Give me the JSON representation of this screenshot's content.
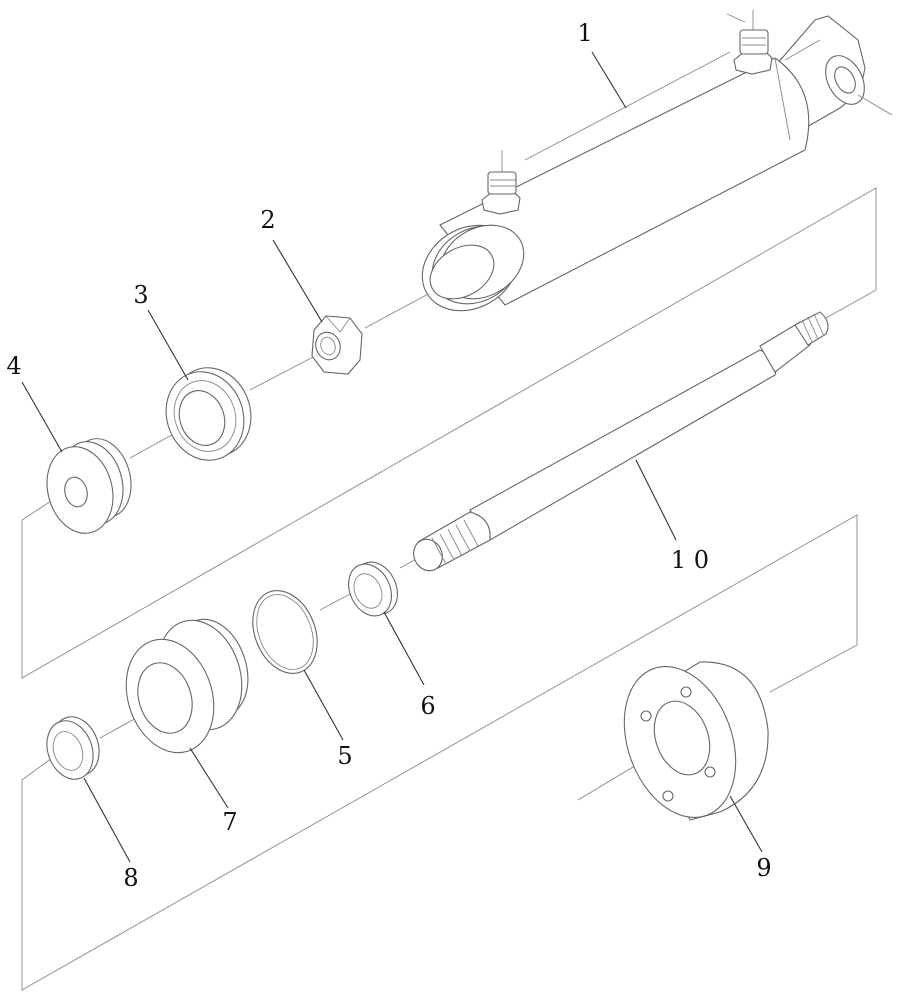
{
  "callouts": {
    "c1": "1",
    "c2": "2",
    "c3": "3",
    "c4": "4",
    "c5": "5",
    "c6": "6",
    "c7": "7",
    "c8": "8",
    "c9": "9",
    "c10": "1 0"
  }
}
